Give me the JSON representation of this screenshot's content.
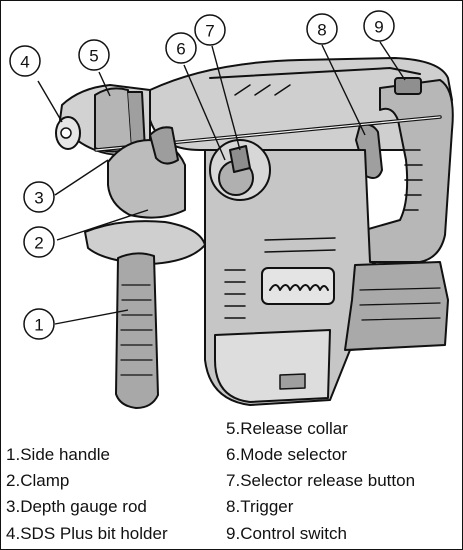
{
  "colors": {
    "line": "#111111",
    "body_dark": "#9a9a9a",
    "body_mid": "#bdbdbd",
    "body_light": "#d9d9d9",
    "background": "#ffffff"
  },
  "callouts": [
    {
      "num": "1",
      "label": "Side handle"
    },
    {
      "num": "2",
      "label": "Clamp"
    },
    {
      "num": "3",
      "label": "Depth gauge rod"
    },
    {
      "num": "4",
      "label": "SDS Plus bit holder"
    },
    {
      "num": "5",
      "label": "Release collar"
    },
    {
      "num": "6",
      "label": "Mode selector"
    },
    {
      "num": "7",
      "label": "Selector release button"
    },
    {
      "num": "8",
      "label": "Trigger"
    },
    {
      "num": "9",
      "label": "Control switch"
    }
  ]
}
